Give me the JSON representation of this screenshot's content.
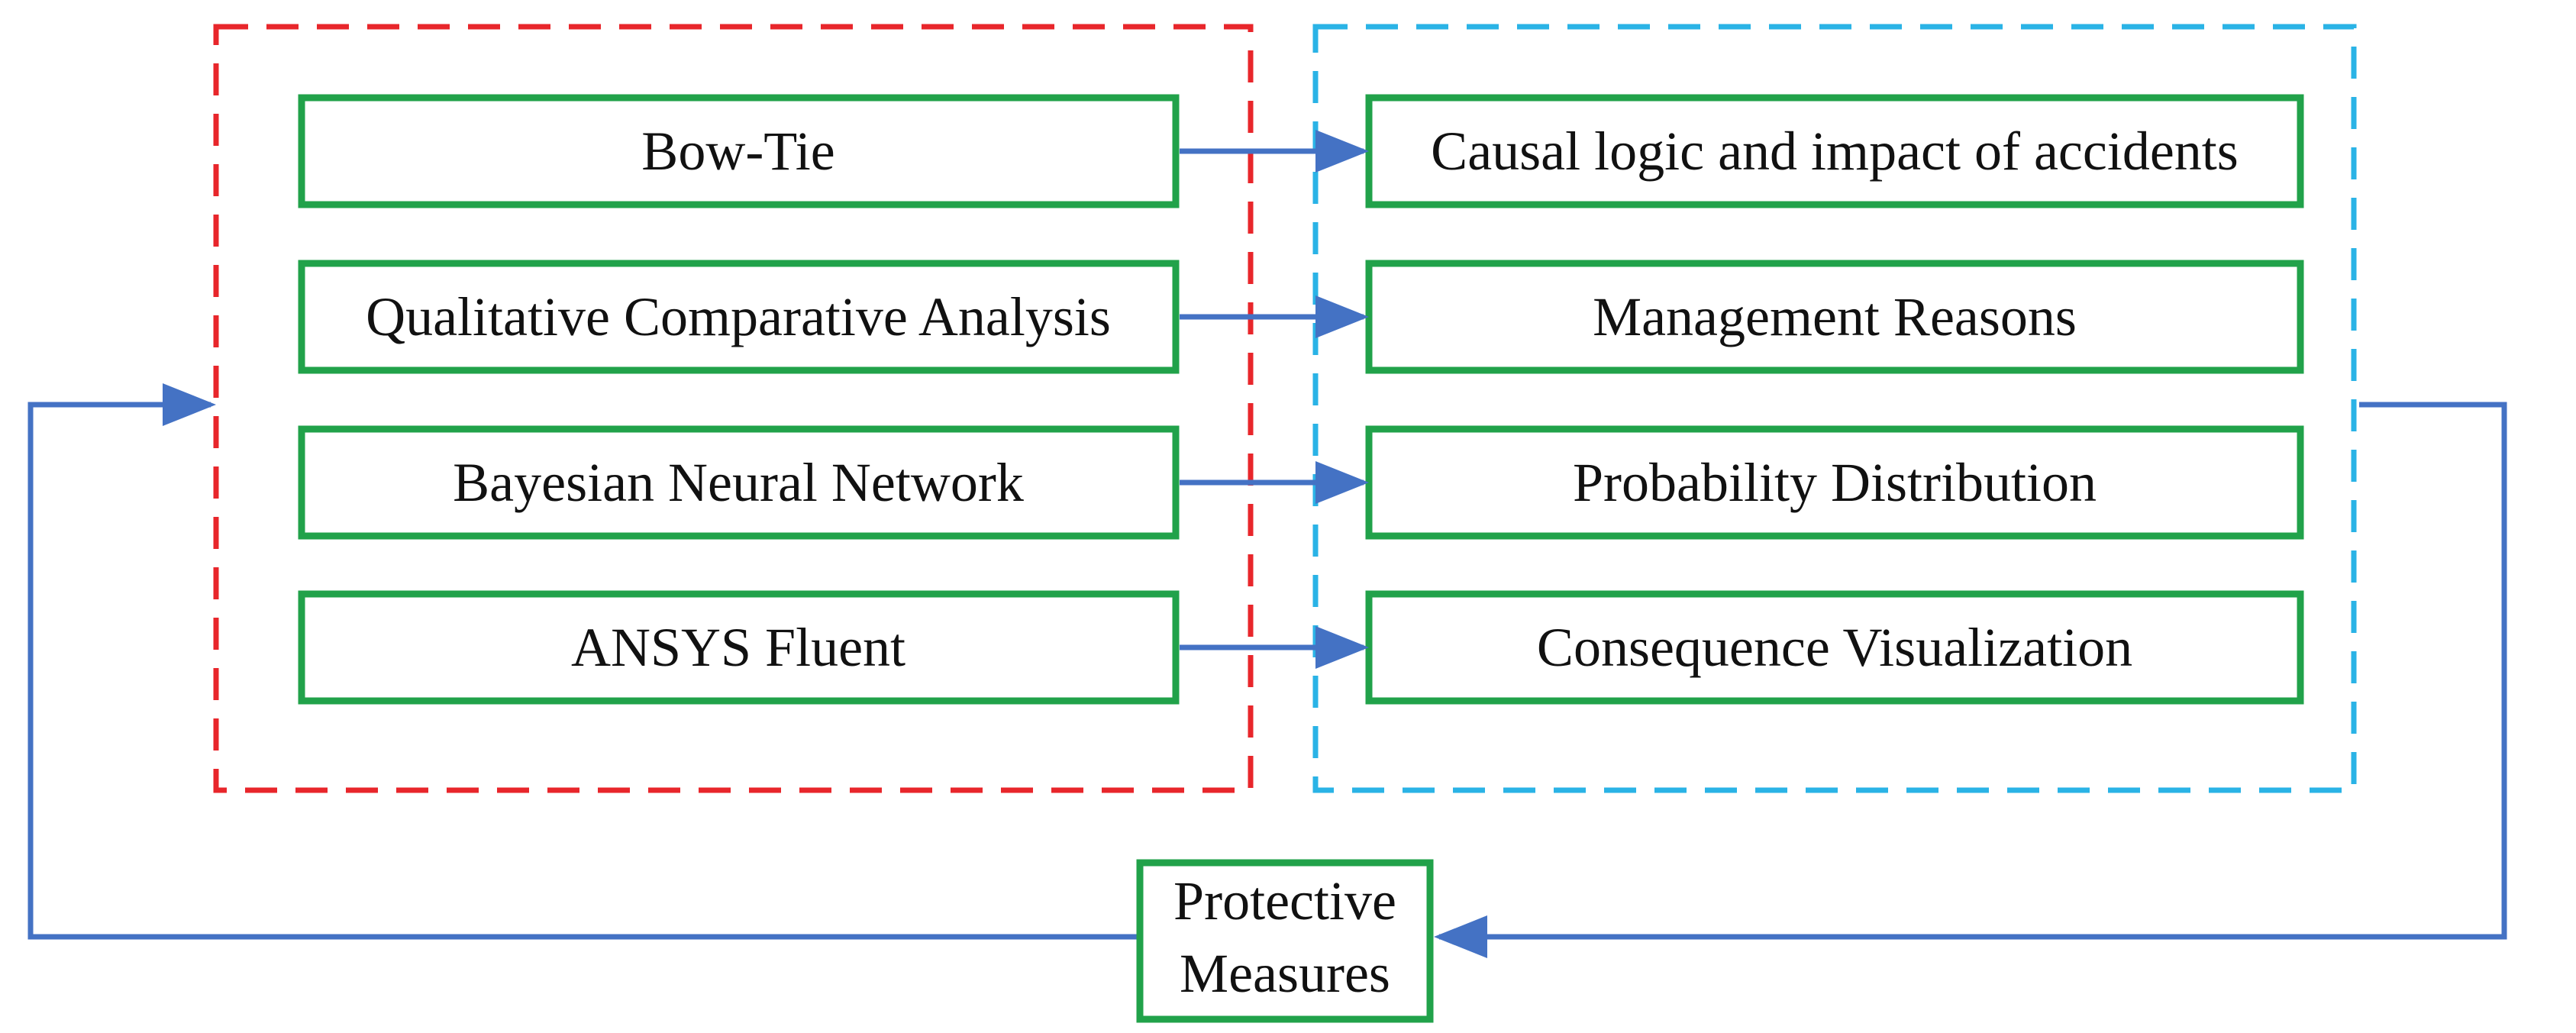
{
  "colors": {
    "method_group_border": "#e8262b",
    "outcome_group_border": "#2ab3e6",
    "node_border": "#21a24a",
    "arrow": "#4472c4",
    "text": "#111111"
  },
  "methods": [
    {
      "label": "Bow-Tie"
    },
    {
      "label": "Qualitative Comparative Analysis"
    },
    {
      "label": "Bayesian Neural Network"
    },
    {
      "label": "ANSYS Fluent"
    }
  ],
  "outcomes": [
    {
      "label": "Causal logic and impact of accidents"
    },
    {
      "label": "Management Reasons"
    },
    {
      "label": "Probability Distribution"
    },
    {
      "label": "Consequence Visualization"
    }
  ],
  "feedback": {
    "label_line1": "Protective",
    "label_line2": "Measures"
  }
}
